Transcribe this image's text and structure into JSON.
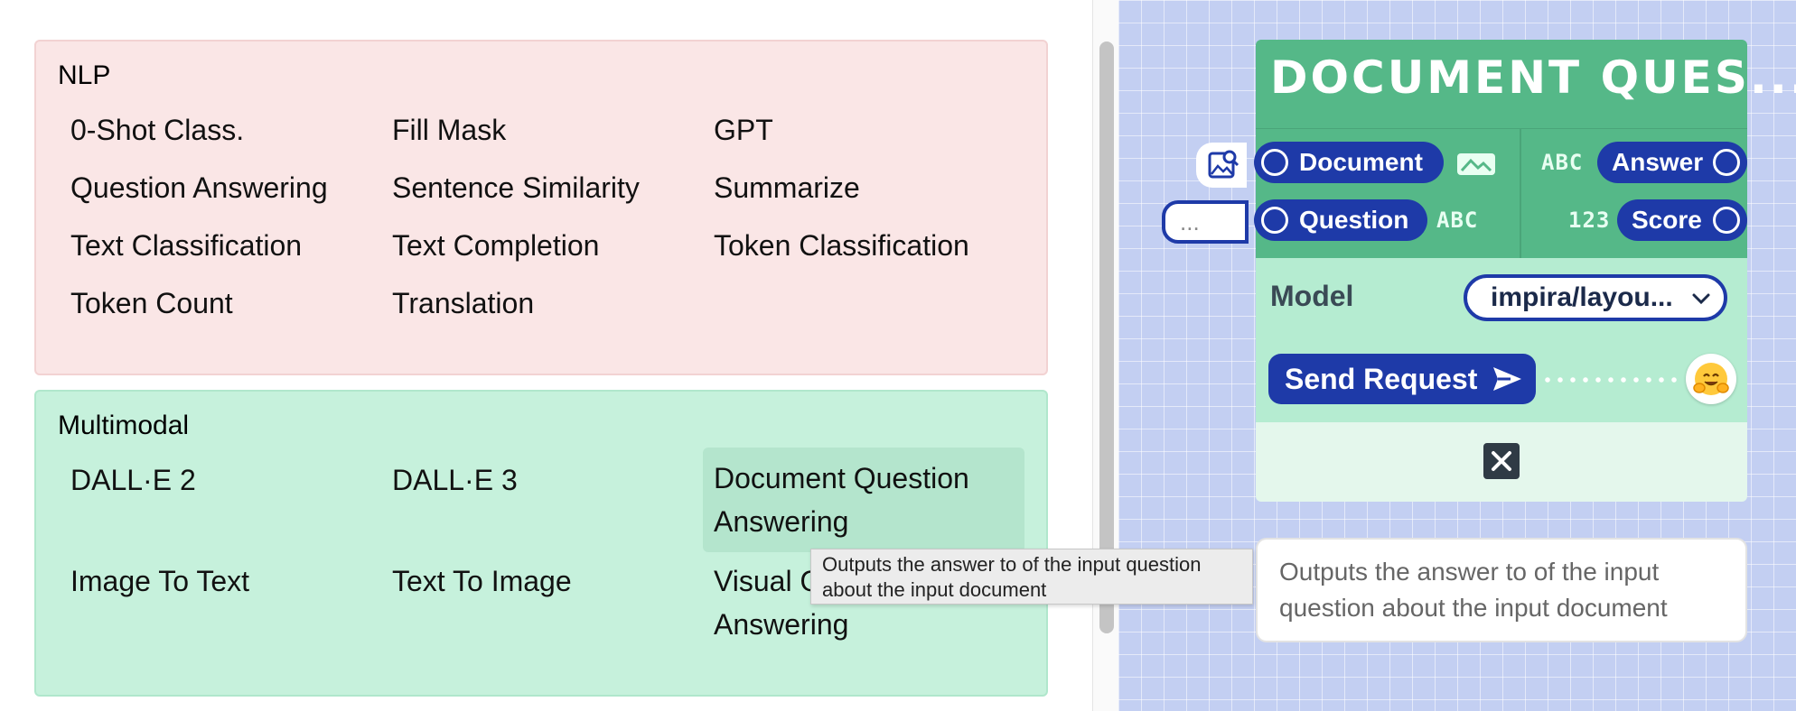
{
  "palette": {
    "nlp": {
      "title": "NLP",
      "items": [
        "0-Shot Class.",
        "Fill Mask",
        "GPT",
        "Question Answering",
        "Sentence Similarity",
        "Summarize",
        "Text Classification",
        "Text Completion",
        "Token Classification",
        "Token Count",
        "Translation"
      ]
    },
    "multimodal": {
      "title": "Multimodal",
      "items": [
        "DALL·E 2",
        "DALL·E 3",
        "Document Question Answering",
        "Image To Text",
        "Text To Image",
        "Visual Question Answering"
      ]
    }
  },
  "tooltip": "Outputs the answer to of the input question about the input document",
  "node": {
    "title": "DOCUMENT QUES...",
    "inputs": [
      {
        "label": "Document",
        "type_icon": "image-icon"
      },
      {
        "label": "Question",
        "type": "ABC"
      }
    ],
    "outputs": [
      {
        "label": "Answer",
        "type": "ABC"
      },
      {
        "label": "Score",
        "type": "123"
      }
    ],
    "question_placeholder": "...",
    "model_label": "Model",
    "model_value": "impira/layou...",
    "send_label": "Send Request",
    "description": "Outputs the answer to of the input question about the input document"
  },
  "colors": {
    "nlp_bg": "#fae6e6",
    "multimodal_bg": "#c6f1dc",
    "node_header": "#55b888",
    "accent": "#1e3aa8",
    "workspace_bg": "#c3cff2"
  }
}
